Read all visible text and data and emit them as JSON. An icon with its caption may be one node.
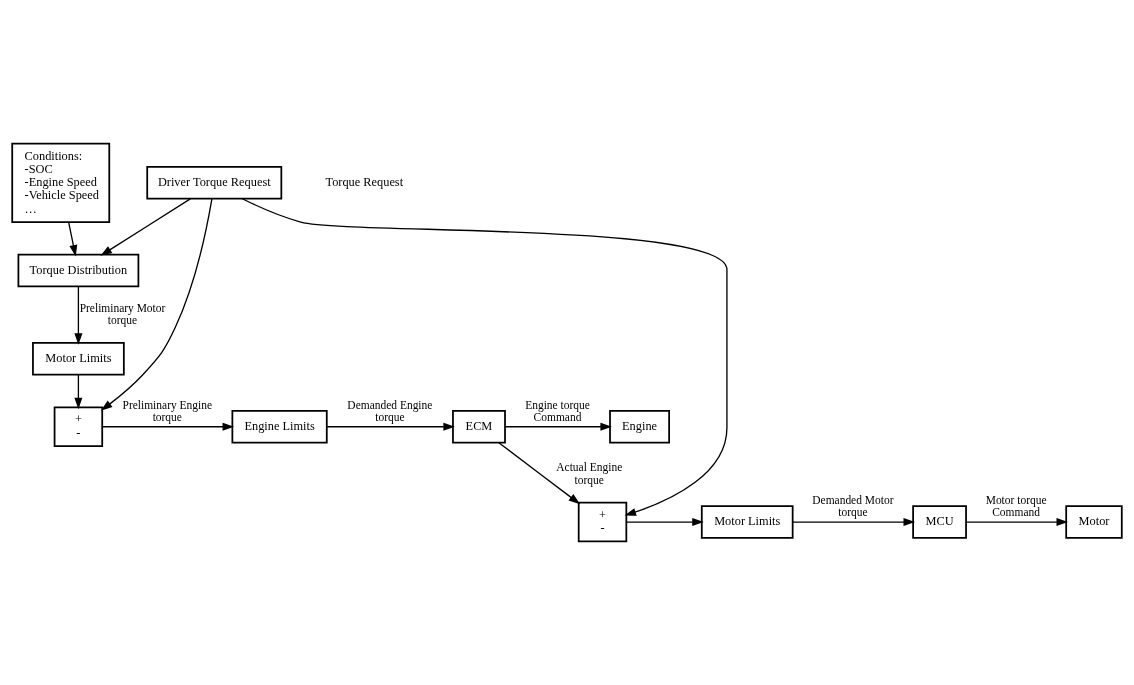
{
  "diagram": {
    "nodes": [
      {
        "text": [
          "Driver Torque Request"
        ]
      },
      {
        "text": [
          "Conditions:",
          "-SOC",
          "-Engine Speed",
          "-Vehicle Speed",
          "…"
        ]
      },
      {
        "text": [
          "Torque Distribution"
        ]
      },
      {
        "text": [
          "Motor Limits"
        ]
      },
      {
        "text": [
          "+",
          "-"
        ]
      },
      {
        "text": [
          "Engine Limits"
        ]
      },
      {
        "text": [
          "ECM"
        ]
      },
      {
        "text": [
          "Engine"
        ]
      },
      {
        "text": [
          "+",
          "-"
        ]
      },
      {
        "text": [
          "Motor Limits"
        ]
      },
      {
        "text": [
          "MCU"
        ]
      },
      {
        "text": [
          "Motor"
        ]
      }
    ],
    "edges": [
      {
        "from": 0,
        "to": 2,
        "arrow": "to"
      },
      {
        "from": 1,
        "to": 2,
        "arrow": "to"
      },
      {
        "from": 2,
        "to": 3,
        "arrow": "to",
        "label": "Preliminary Motor torque"
      },
      {
        "from": 0,
        "to": 4,
        "arrow": "to"
      },
      {
        "from": 3,
        "to": 4,
        "arrow": "to"
      },
      {
        "from": 4,
        "to": 5,
        "arrow": "to",
        "label": "Preliminary Engine torque"
      },
      {
        "from": 5,
        "to": 6,
        "arrow": "to",
        "label": "Demanded Engine torque"
      },
      {
        "from": 6,
        "to": 7,
        "arrow": "to",
        "label": "Engine torque Command"
      },
      {
        "from": 0,
        "to": 8,
        "arrow": "to"
      },
      {
        "from": 6,
        "to": 8,
        "arrow": "to",
        "label": "Actual Engine torque"
      },
      {
        "from": 8,
        "to": 9,
        "arrow": "to"
      },
      {
        "from": 9,
        "to": 10,
        "arrow": "to",
        "label": "Demanded Motor torque"
      },
      {
        "from": 10,
        "to": 11,
        "arrow": "to",
        "label": "Motor torque Command"
      }
    ],
    "labels": [
      "Torque Request"
    ]
  }
}
